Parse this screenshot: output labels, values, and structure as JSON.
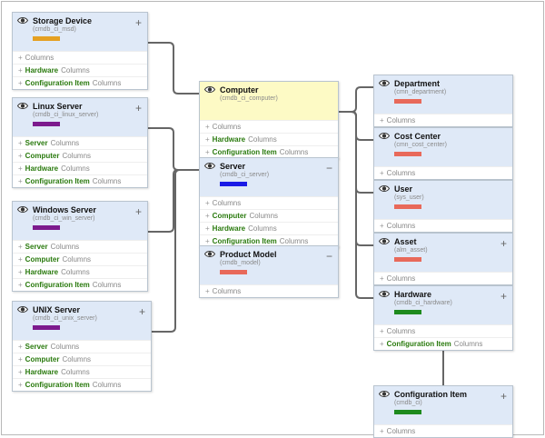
{
  "colors": {
    "header_bg": "#dfe9f7",
    "header_highlight_bg": "#fdfac5",
    "relation_text": "#2a7a0e",
    "connector": "#666666"
  },
  "labels": {
    "columns": "Columns",
    "expand": "+",
    "collapse": "−"
  },
  "nodes": [
    {
      "id": "storage-device",
      "title": "Storage Device",
      "table": "(cmdb_ci_msd)",
      "swatch": "#e5a021",
      "toggle": "+",
      "highlight": false,
      "rows": [
        {
          "name": ""
        },
        {
          "name": "Hardware"
        },
        {
          "name": "Configuration Item"
        }
      ]
    },
    {
      "id": "linux-server",
      "title": "Linux Server",
      "table": "(cmdb_ci_linux_server)",
      "swatch": "#7c1a8d",
      "toggle": "+",
      "highlight": false,
      "rows": [
        {
          "name": "Server"
        },
        {
          "name": "Computer"
        },
        {
          "name": "Hardware"
        },
        {
          "name": "Configuration Item"
        }
      ]
    },
    {
      "id": "windows-server",
      "title": "Windows Server",
      "table": "(cmdb_ci_win_server)",
      "swatch": "#7c1a8d",
      "toggle": "+",
      "highlight": false,
      "rows": [
        {
          "name": "Server"
        },
        {
          "name": "Computer"
        },
        {
          "name": "Hardware"
        },
        {
          "name": "Configuration Item"
        }
      ]
    },
    {
      "id": "unix-server",
      "title": "UNIX Server",
      "table": "(cmdb_ci_unix_server)",
      "swatch": "#7c1a8d",
      "toggle": "+",
      "highlight": false,
      "rows": [
        {
          "name": "Server"
        },
        {
          "name": "Computer"
        },
        {
          "name": "Hardware"
        },
        {
          "name": "Configuration Item"
        }
      ]
    },
    {
      "id": "computer",
      "title": "Computer",
      "table": "(cmdb_ci_computer)",
      "swatch": "",
      "toggle": "",
      "highlight": true,
      "rows": [
        {
          "name": ""
        },
        {
          "name": "Hardware"
        },
        {
          "name": "Configuration Item"
        }
      ]
    },
    {
      "id": "server",
      "title": "Server",
      "table": "(cmdb_ci_server)",
      "swatch": "#1a1ae6",
      "toggle": "−",
      "highlight": false,
      "rows": [
        {
          "name": ""
        },
        {
          "name": "Computer"
        },
        {
          "name": "Hardware"
        },
        {
          "name": "Configuration Item"
        }
      ]
    },
    {
      "id": "product-model",
      "title": "Product Model",
      "table": "(cmdb_model)",
      "swatch": "#e8695a",
      "toggle": "−",
      "highlight": false,
      "rows": [
        {
          "name": ""
        }
      ]
    },
    {
      "id": "department",
      "title": "Department",
      "table": "(cmn_department)",
      "swatch": "#e8695a",
      "toggle": "",
      "highlight": false,
      "rows": [
        {
          "name": ""
        }
      ]
    },
    {
      "id": "cost-center",
      "title": "Cost Center",
      "table": "(cmn_cost_center)",
      "swatch": "#e8695a",
      "toggle": "",
      "highlight": false,
      "rows": [
        {
          "name": ""
        }
      ]
    },
    {
      "id": "user",
      "title": "User",
      "table": "(sys_user)",
      "swatch": "#e8695a",
      "toggle": "",
      "highlight": false,
      "rows": [
        {
          "name": ""
        }
      ]
    },
    {
      "id": "asset",
      "title": "Asset",
      "table": "(alm_asset)",
      "swatch": "#e8695a",
      "toggle": "+",
      "highlight": false,
      "rows": [
        {
          "name": ""
        }
      ]
    },
    {
      "id": "hardware",
      "title": "Hardware",
      "table": "(cmdb_ci_hardware)",
      "swatch": "#1e8a1e",
      "toggle": "+",
      "highlight": false,
      "rows": [
        {
          "name": ""
        },
        {
          "name": "Configuration Item"
        }
      ]
    },
    {
      "id": "configuration-item",
      "title": "Configuration Item",
      "table": "(cmdb_ci)",
      "swatch": "#1e8a1e",
      "toggle": "+",
      "highlight": false,
      "rows": [
        {
          "name": ""
        }
      ]
    }
  ],
  "connections": [
    [
      "storage-device",
      "computer"
    ],
    [
      "linux-server",
      "server"
    ],
    [
      "windows-server",
      "server"
    ],
    [
      "unix-server",
      "server"
    ],
    [
      "computer",
      "server"
    ],
    [
      "server",
      "product-model"
    ],
    [
      "computer",
      "department"
    ],
    [
      "computer",
      "cost-center"
    ],
    [
      "computer",
      "user"
    ],
    [
      "computer",
      "asset"
    ],
    [
      "computer",
      "hardware"
    ],
    [
      "hardware",
      "configuration-item"
    ]
  ]
}
